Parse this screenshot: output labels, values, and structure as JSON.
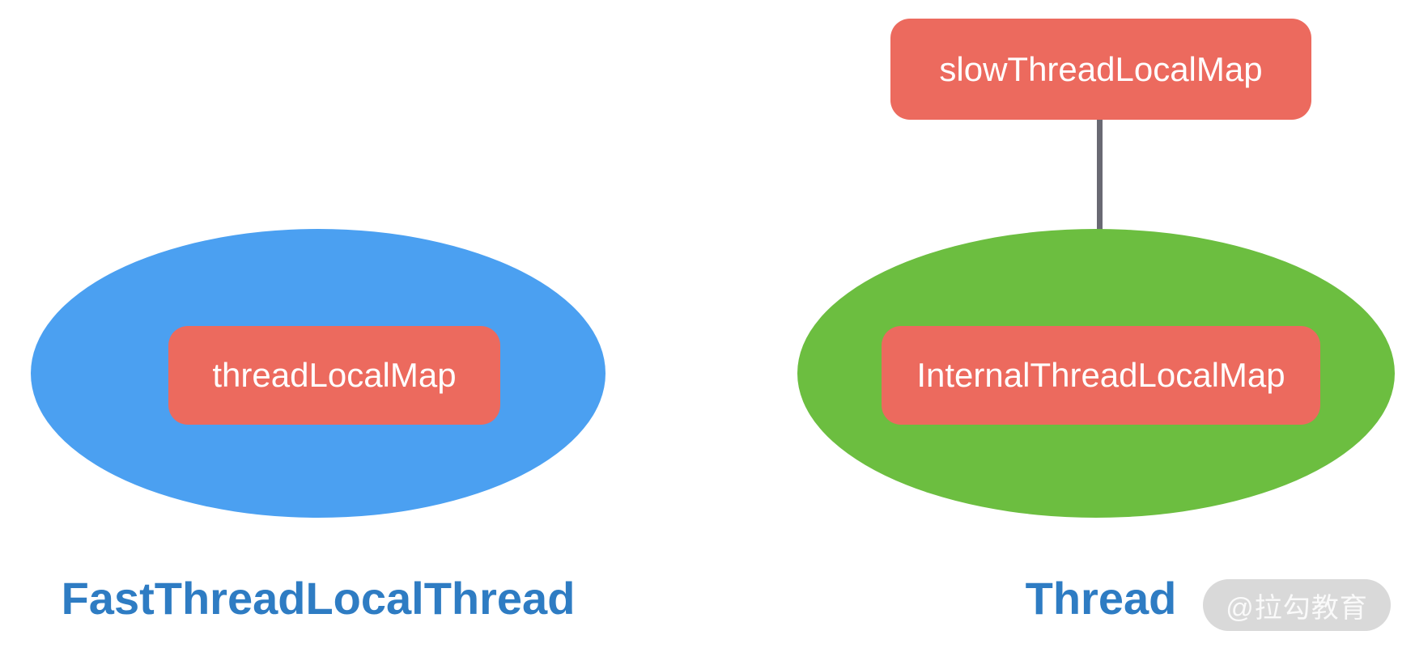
{
  "colors": {
    "coral": "#EC6A5E",
    "blue": "#4BA0F1",
    "green": "#6CBE40",
    "label_blue": "#2E7CC3",
    "arrow_gray": "#696973",
    "watermark_bg": "#D9D9D9",
    "watermark_text": "#FAFAFA"
  },
  "left": {
    "inner_box": "threadLocalMap",
    "caption": "FastThreadLocalThread"
  },
  "right": {
    "top_box": "slowThreadLocalMap",
    "inner_box": "InternalThreadLocalMap",
    "caption": "Thread"
  },
  "watermark": "@拉勾教育"
}
